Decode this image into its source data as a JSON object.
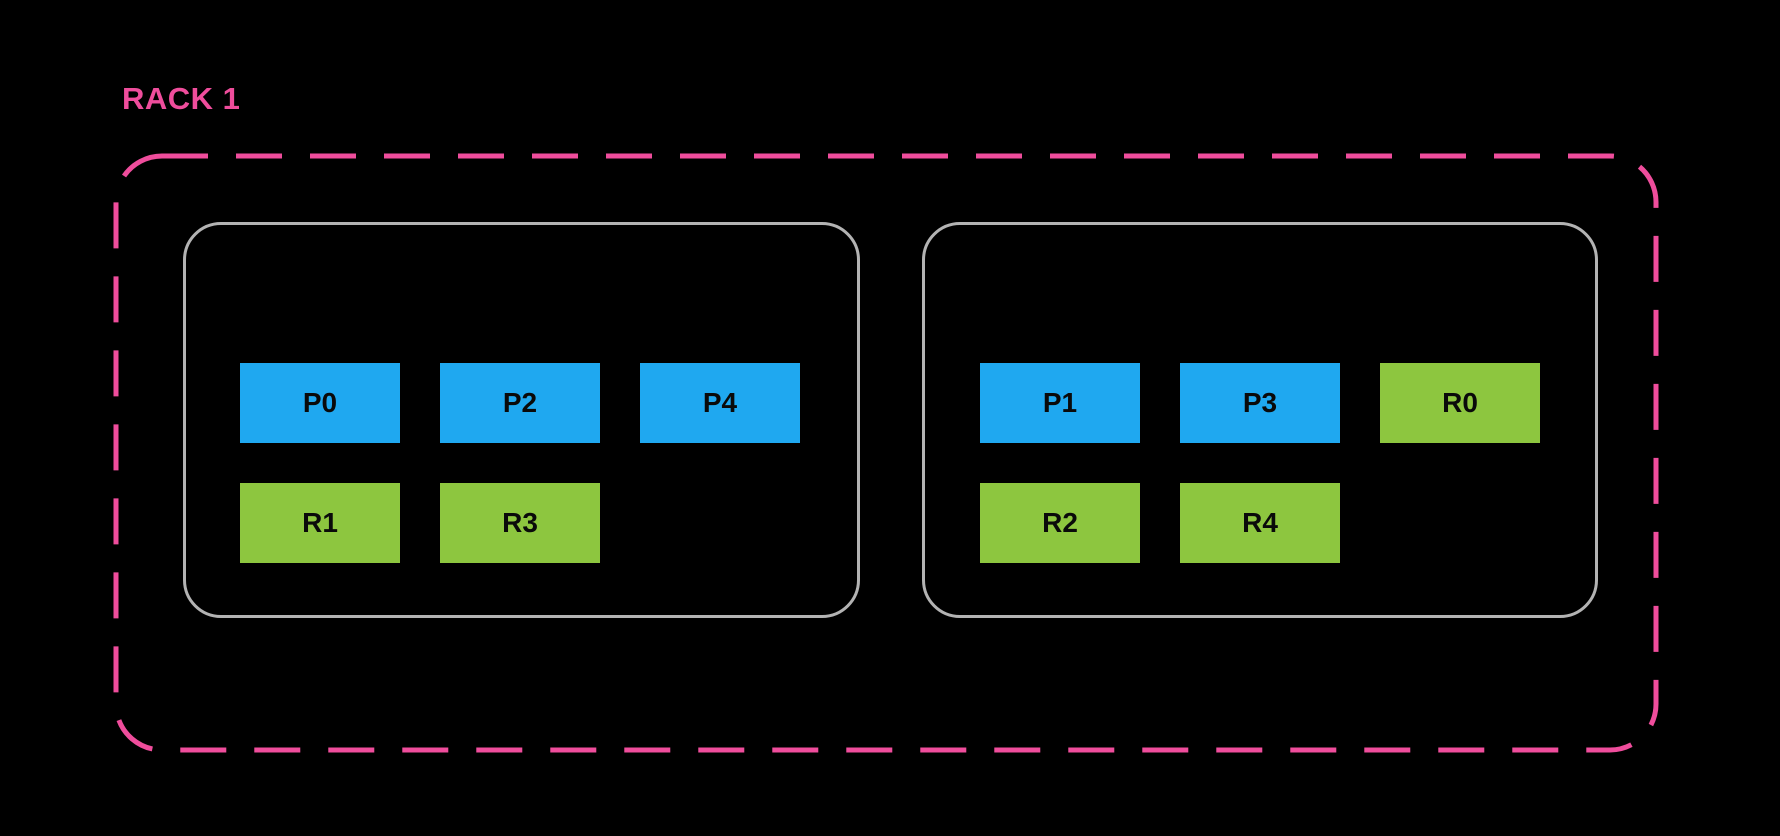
{
  "colors": {
    "background": "#000000",
    "accent_pink": "#EF4D9C",
    "primary_blue": "#1FA8F0",
    "replica_green": "#8DC63F",
    "host_border_gray": "#B3B3B3",
    "shard_label": "#0A0A0A"
  },
  "rack": {
    "label": "RACK 1",
    "hosts": [
      {
        "rows": [
          [
            {
              "label": "P0",
              "type": "primary"
            },
            {
              "label": "P2",
              "type": "primary"
            },
            {
              "label": "P4",
              "type": "primary"
            }
          ],
          [
            {
              "label": "R1",
              "type": "replica"
            },
            {
              "label": "R3",
              "type": "replica"
            }
          ]
        ]
      },
      {
        "rows": [
          [
            {
              "label": "P1",
              "type": "primary"
            },
            {
              "label": "P3",
              "type": "primary"
            },
            {
              "label": "R0",
              "type": "replica"
            }
          ],
          [
            {
              "label": "R2",
              "type": "replica"
            },
            {
              "label": "R4",
              "type": "replica"
            }
          ]
        ]
      }
    ]
  }
}
